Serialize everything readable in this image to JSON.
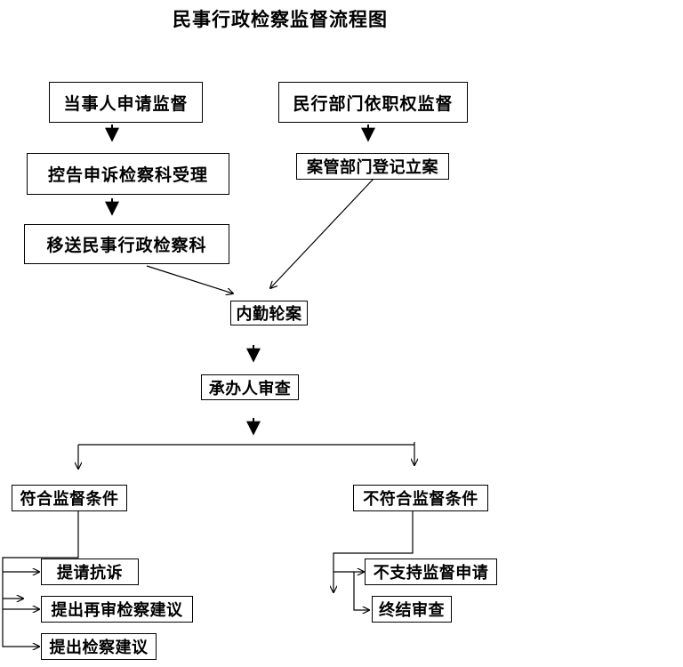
{
  "title": "民事行政检察监督流程图",
  "nodes": {
    "party_apply": "当事人申请监督",
    "civil_dept": "民行部门依职权监督",
    "complaint_accept": "控告申诉检察科受理",
    "case_register": "案管部门登记立案",
    "transfer": "移送民事行政检察科",
    "rotation": "内勤轮案",
    "handler_review": "承办人审查",
    "meets": "符合监督条件",
    "not_meets": "不符合监督条件",
    "protest": "提请抗诉",
    "retrial_suggest": "提出再审检察建议",
    "procuratorial_suggest": "提出检察建议",
    "not_support": "不支持监督申请",
    "conclude": "终结审查"
  }
}
